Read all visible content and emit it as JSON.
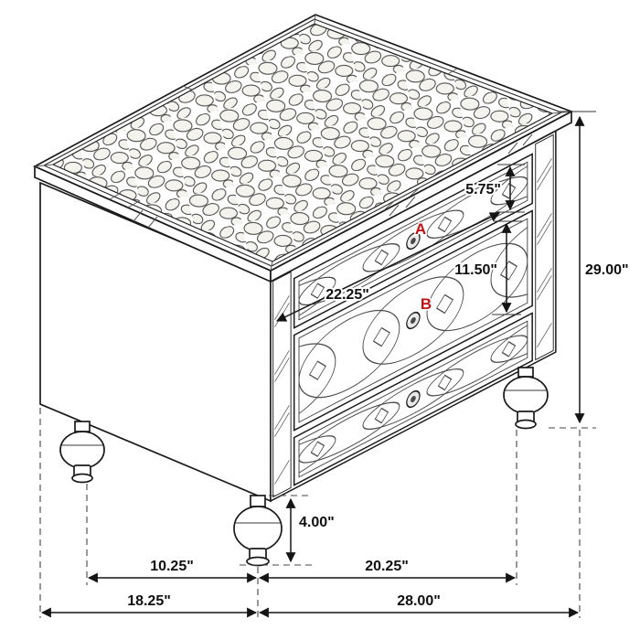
{
  "diagram": {
    "annotation_color": "#c41212",
    "line_color": "#1a1a1a",
    "callouts": {
      "a": "A",
      "b": "B"
    },
    "dimensions": {
      "top_drawer_height": "5.75\"",
      "middle_drawer_height": "11.50\"",
      "face_width": "22.25\"",
      "overall_height": "29.00\"",
      "foot_height": "4.00\"",
      "left_foot_offset": "10.25\"",
      "front_foot_span": "20.25\"",
      "overall_depth": "18.25\"",
      "overall_width": "28.00\""
    }
  }
}
